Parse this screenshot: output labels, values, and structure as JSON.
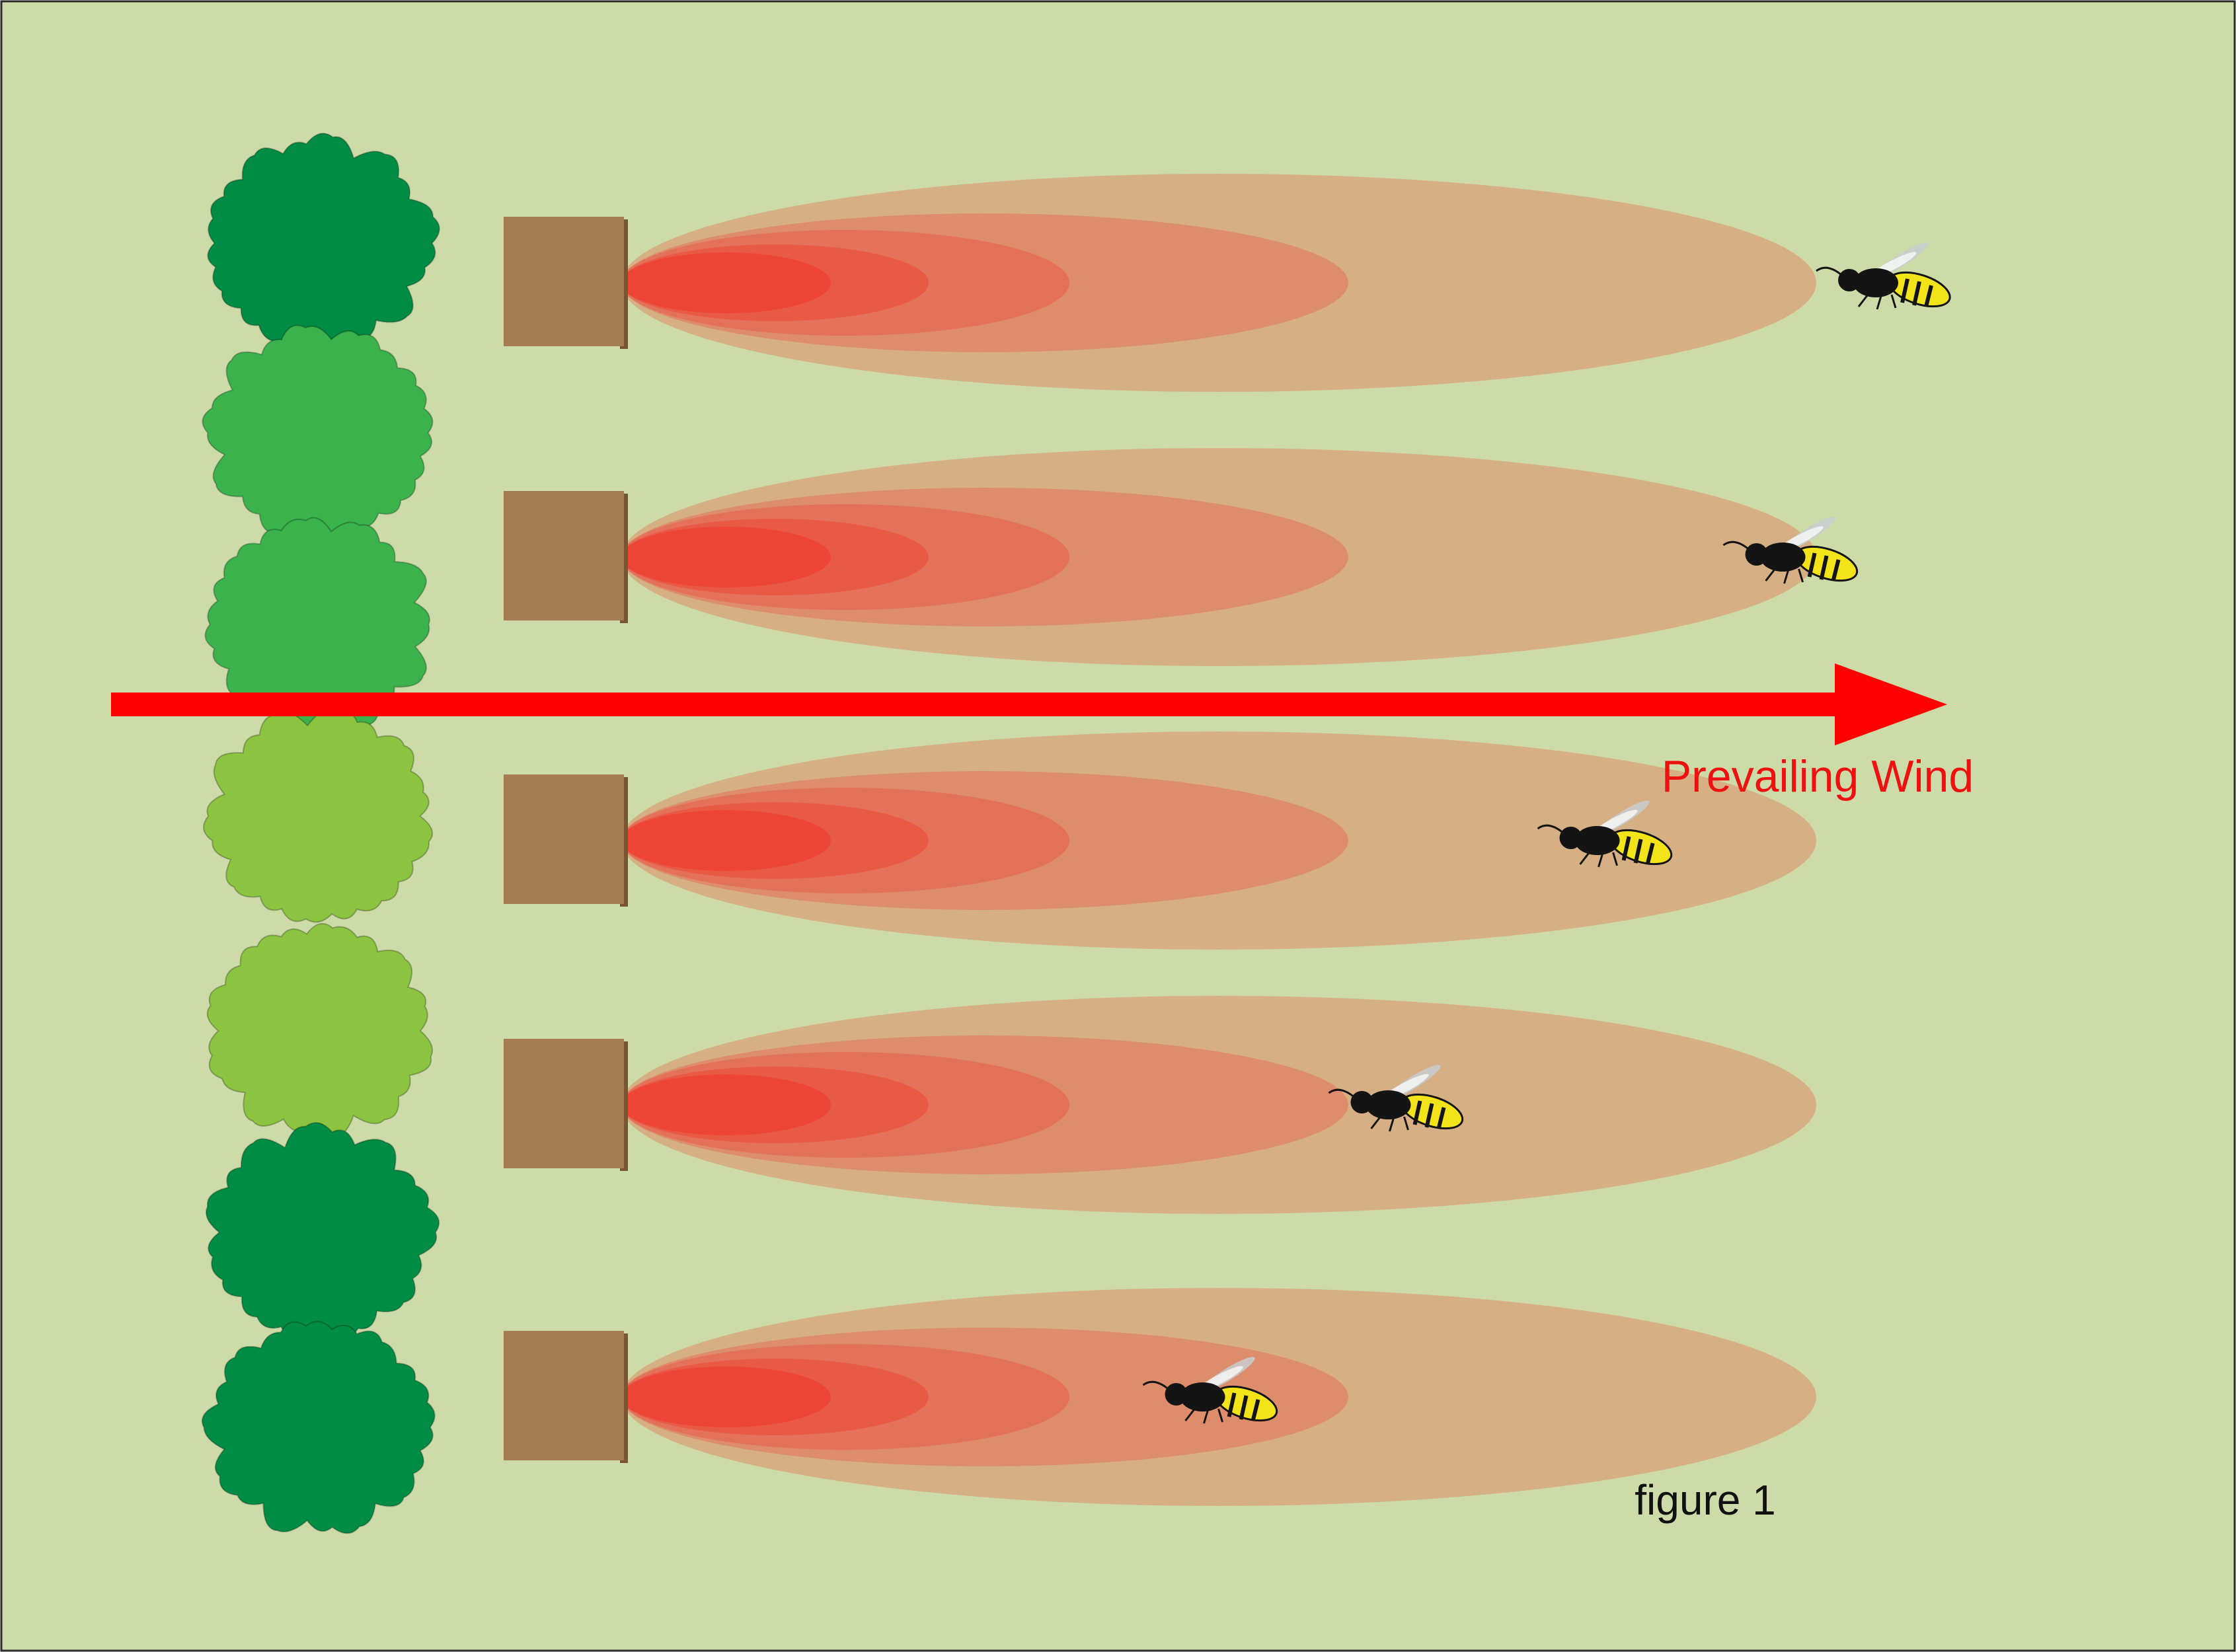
{
  "wind": {
    "label": "Prevailing Wind"
  },
  "caption": "figure 1",
  "colors": {
    "background": "#cddba8",
    "frame": "#2b2b2b",
    "box": "#a57d52",
    "box_shadow": "#7a5533",
    "arrow": "#ff0000",
    "label": "#ee1111",
    "caption": "#111111",
    "plume_outer": "#d6b084",
    "plume_2": "#de8d6c",
    "plume_3": "#e4715a",
    "plume_4": "#e85a46",
    "plume_core": "#ee4636",
    "tree_dark": "#008c44",
    "tree_medium": "#3bb24c",
    "tree_light": "#8cc441",
    "wasp_yellow": "#f2e418",
    "wasp_black": "#141414",
    "wasp_wing": "#c8ccd0"
  },
  "hedge": {
    "trees": [
      {
        "shade": "dark"
      },
      {
        "shade": "medium"
      },
      {
        "shade": "medium"
      },
      {
        "shade": "light"
      },
      {
        "shade": "light"
      },
      {
        "shade": "dark"
      },
      {
        "shade": "dark"
      }
    ]
  },
  "rows": [
    {
      "wasp_distance": 1.0
    },
    {
      "wasp_distance": 0.92
    },
    {
      "wasp_distance": 0.76
    },
    {
      "wasp_distance": 0.58
    },
    {
      "wasp_distance": 0.42
    }
  ]
}
